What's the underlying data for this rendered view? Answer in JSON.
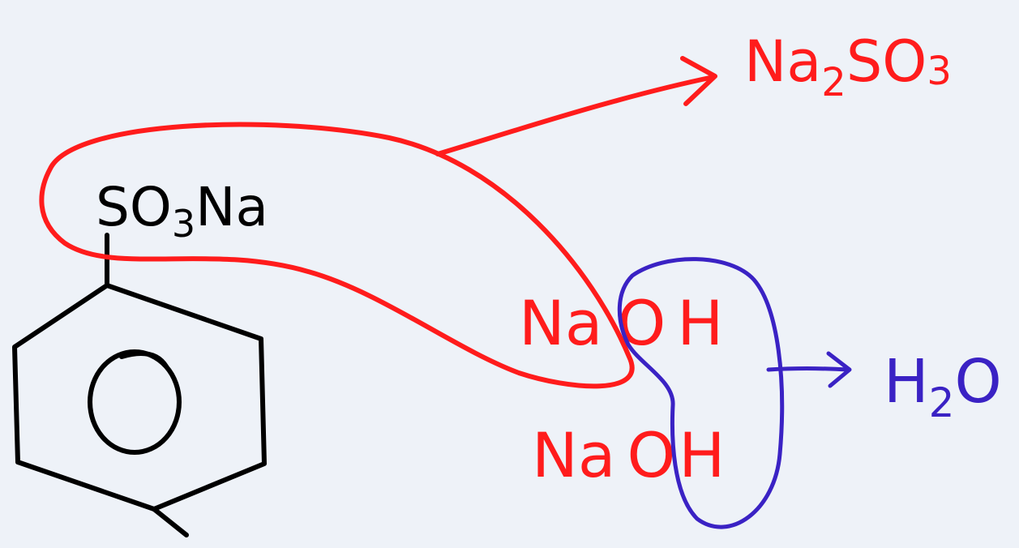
{
  "colors": {
    "background": "#eef2f8",
    "black_ink": "#000000",
    "red_ink": "#ff1c1c",
    "blue_ink": "#3a22c4"
  },
  "reactant": {
    "substituent": "SO3Na",
    "substituent_parts": {
      "so": "SO",
      "sub3": "3",
      "na": "Na"
    }
  },
  "reagents": {
    "naoh_1": {
      "na": "Na",
      "o": "O",
      "h": "H"
    },
    "naoh_2": {
      "na": "Na",
      "o": "O",
      "h": "H"
    }
  },
  "products": {
    "sodium_sulfite": {
      "na": "Na",
      "sub2": "2",
      "so": "SO",
      "sub3": "3"
    },
    "water": {
      "h": "H",
      "sub2": "2",
      "o": "O"
    }
  }
}
